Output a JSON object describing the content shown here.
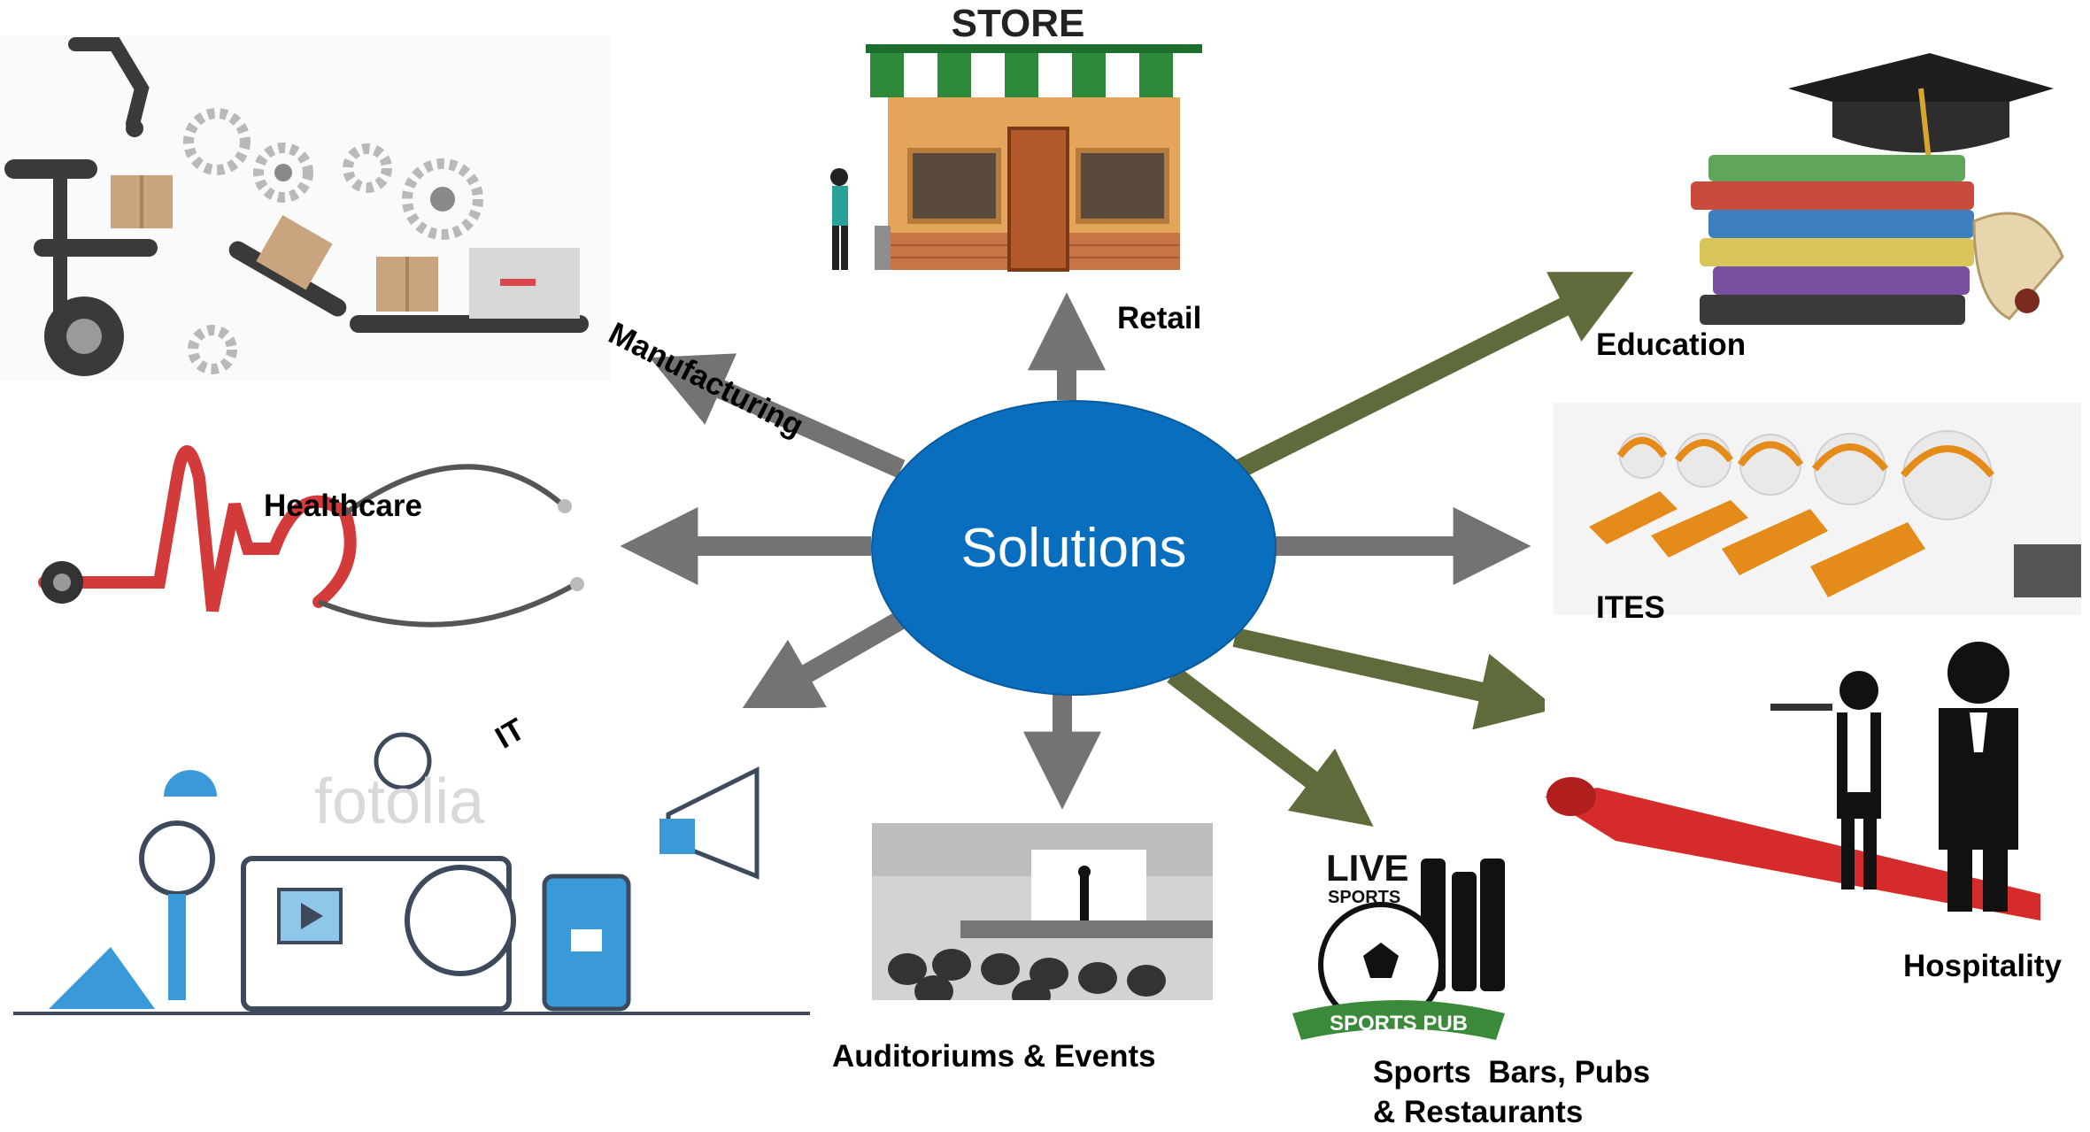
{
  "hub": {
    "label": "Solutions",
    "color": "#0a6ebf"
  },
  "watermark": {
    "text": "fotolia"
  },
  "store_sign": {
    "text": "STORE"
  },
  "pub_logo": {
    "line1": "LIVE",
    "line2": "SPORTS",
    "banner": "SPORTS PUB"
  },
  "colors": {
    "grey_arrow": "#737373",
    "olive_arrow": "#5f6b3a"
  },
  "solutions": [
    {
      "id": "manufacturing",
      "label": "Manufacturing",
      "arrow": "grey"
    },
    {
      "id": "retail",
      "label": "Retail",
      "arrow": "grey"
    },
    {
      "id": "education",
      "label": "Education",
      "arrow": "olive"
    },
    {
      "id": "healthcare",
      "label": "Healthcare",
      "arrow": "grey"
    },
    {
      "id": "ites",
      "label": "ITES",
      "arrow": "grey"
    },
    {
      "id": "it",
      "label": "IT",
      "arrow": "grey"
    },
    {
      "id": "auditoriums",
      "label": "Auditoriums & Events",
      "arrow": "grey"
    },
    {
      "id": "sports",
      "label_line1": "Sports  Bars, Pubs",
      "label_line2": "& Restaurants",
      "arrow": "olive"
    },
    {
      "id": "hospitality",
      "label": "Hospitality",
      "arrow": "olive"
    }
  ]
}
